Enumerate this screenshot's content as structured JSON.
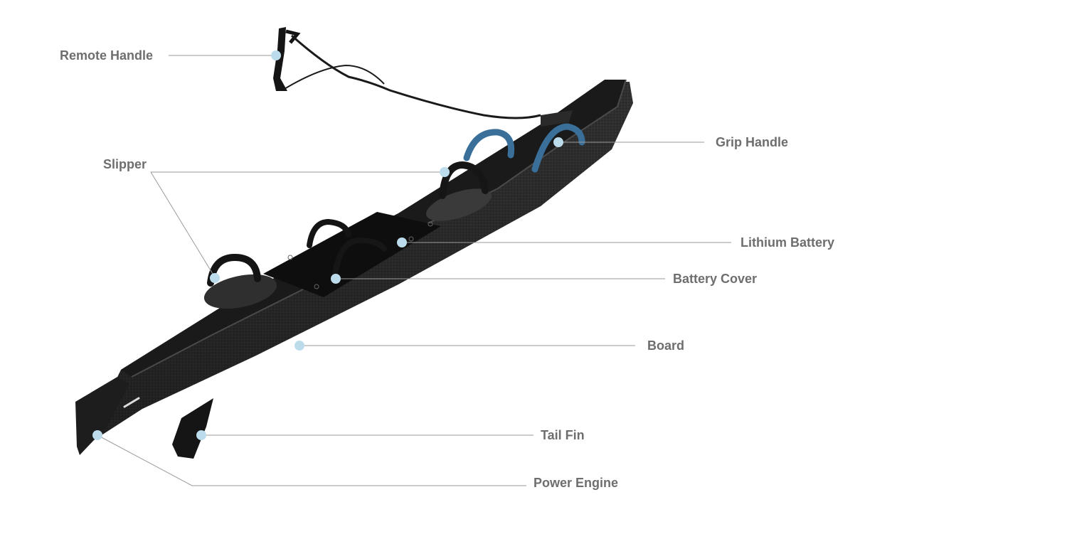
{
  "labels": {
    "remote_handle": "Remote Handle",
    "grip_handle": "Grip Handle",
    "slipper": "Slipper",
    "lithium_battery": "Lithium Battery",
    "battery_cover": "Battery Cover",
    "board": "Board",
    "tail_fin": "Tail Fin",
    "power_engine": "Power Engine"
  },
  "colors": {
    "label_text": "#6e6e6e",
    "leader_line": "#9a9a9a",
    "marker_dot": "#bcdcec",
    "board_dark": "#2a2a2a",
    "board_deck": "#111111",
    "strap_blue": "#3a6f9a"
  }
}
